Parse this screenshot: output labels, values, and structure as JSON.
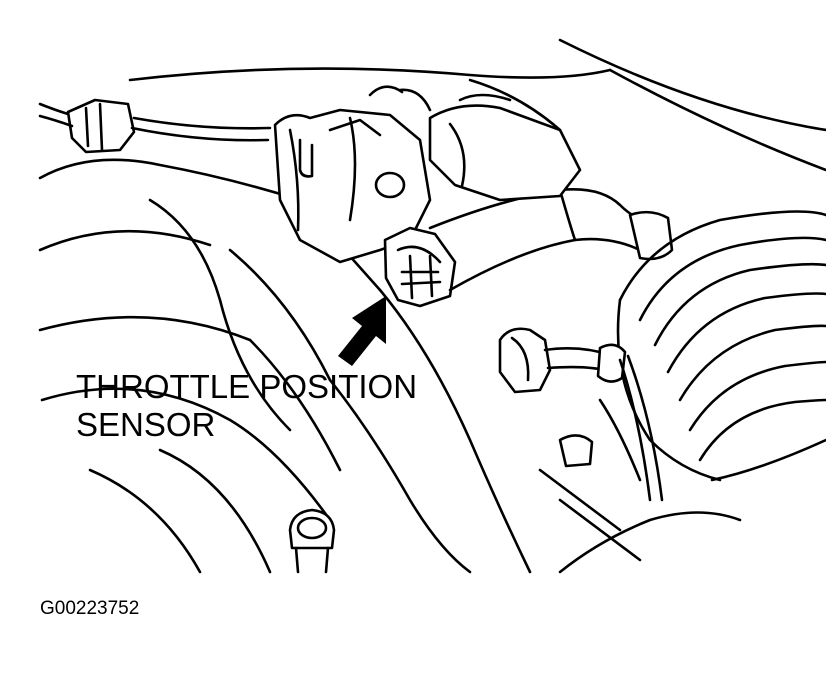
{
  "figure": {
    "label_lines": [
      "THROTTLE POSITION",
      "SENSOR"
    ],
    "figure_code": "G00223752"
  },
  "colors": {
    "ink": "#000000",
    "paper": "#ffffff"
  }
}
